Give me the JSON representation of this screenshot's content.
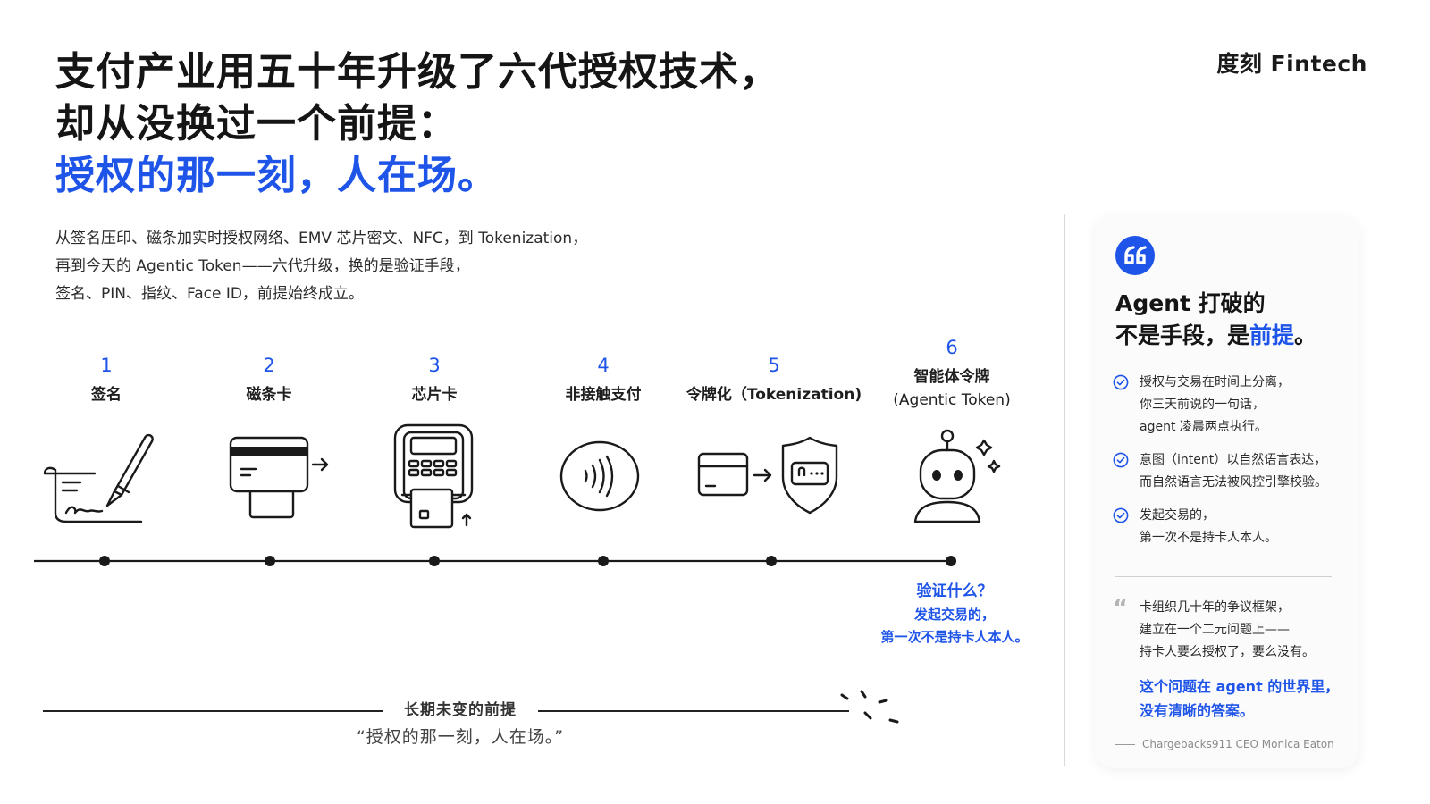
{
  "brand": "度刻 Fintech",
  "headline": {
    "line1": "支付产业用五十年升级了六代授权技术，",
    "line2": "却从没换过一个前提：",
    "line3": "授权的那一刻，人在场。"
  },
  "intro": [
    "从签名压印、磁条加实时授权网络、EMV 芯片密文、NFC，到 Tokenization，",
    "再到今天的 Agentic Token——六代升级，换的是验证手段，",
    "签名、PIN、指纹、Face ID，前提始终成立。"
  ],
  "stages": [
    {
      "num": "1",
      "label": "签名",
      "icon": "signature-pen-icon"
    },
    {
      "num": "2",
      "label": "磁条卡",
      "icon": "magstripe-card-swipe-icon"
    },
    {
      "num": "3",
      "label": "芯片卡",
      "icon": "chip-card-terminal-icon"
    },
    {
      "num": "4",
      "label": "非接触支付",
      "icon": "contactless-icon"
    },
    {
      "num": "5",
      "label": "令牌化（Tokenization)",
      "icon": "card-to-shield-token-icon"
    },
    {
      "num": "6",
      "label": "智能体令牌",
      "label2": "(Agentic Token)",
      "icon": "robot-agent-icon"
    }
  ],
  "verify": {
    "question": "验证什么？",
    "answer_line1": "发起交易的，",
    "answer_line2": "第一次不是持卡人本人。"
  },
  "premise": {
    "label": "长期未变的前提",
    "quote": "“授权的那一刻，人在场。”"
  },
  "card": {
    "title_line1": "Agent 打破的",
    "title_line2_a": "不是手段，是",
    "title_line2_b": "前提",
    "title_line2_c": "。",
    "checks": [
      [
        "授权与交易在时间上分离，",
        "你三天前说的一句话，",
        "agent 凌晨两点执行。"
      ],
      [
        "意图（intent）以自然语言表达，",
        "而自然语言无法被风控引擎校验。"
      ],
      [
        "发起交易的，",
        "第一次不是持卡人本人。"
      ]
    ],
    "quote": {
      "lines": [
        "卡组织几十年的争议框架，",
        "建立在一个二元问题上——",
        "持卡人要么授权了，要么没有。"
      ],
      "highlight": [
        "这个问题在 agent 的世界里，",
        "没有清晰的答案。"
      ]
    },
    "attribution": "Chargebacks911 CEO Monica Eaton"
  },
  "colors": {
    "accent": "#1f54e8",
    "text": "#151515",
    "line": "#222222"
  }
}
